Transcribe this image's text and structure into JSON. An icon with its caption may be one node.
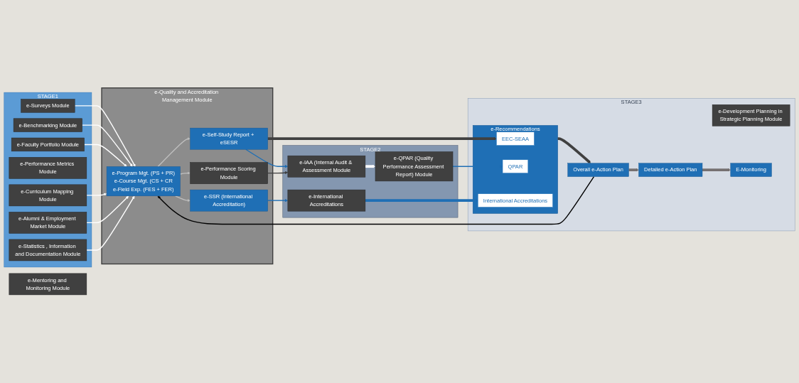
{
  "diagram": {
    "nodes": [
      {
        "text": [
          "STAGE1"
        ]
      },
      {
        "text": [
          "STAGE2"
        ]
      },
      {
        "text": [
          "STAGE3"
        ]
      },
      {
        "text": [
          "e-Mentoring and Monitoring Module"
        ]
      },
      {
        "text": [
          "e-Quality and Accreditation Management Module"
        ]
      },
      {
        "text": [
          "e-Program  Mgt. (PS + PR)",
          "e-Course Mgt. (CS + CR",
          "e-Field Exp. (FES + FER)"
        ],
        "in": 4
      },
      {
        "text": [
          "e-Self-Study Report + eSESR"
        ],
        "in": 4
      },
      {
        "text": [
          "e-Performance Scoring Module"
        ],
        "in": 4
      },
      {
        "text": [
          "e-SSR (International Accreditation)"
        ],
        "in": 4
      },
      {
        "text": [
          "e-Surveys Module"
        ],
        "in": 0
      },
      {
        "text": [
          "e-Benchmarking Module"
        ],
        "in": 0
      },
      {
        "text": [
          "e-Faculty Portfolio Module"
        ],
        "in": 0
      },
      {
        "text": [
          "e-Performance Metrics Module"
        ],
        "in": 0
      },
      {
        "text": [
          "e-Curriculum Mapping Module"
        ],
        "in": 0
      },
      {
        "text": [
          "e-Alumni & Employment Market Module"
        ],
        "in": 0
      },
      {
        "text": [
          "e-Statistics , Information and Documentation Module"
        ],
        "in": 0
      },
      {
        "text": [
          "e-IAA (Internal Audit & Assessment Module"
        ],
        "in": 1
      },
      {
        "text": [
          "e-QPAR (Quality Performance Assessment Report) Module"
        ],
        "in": 1
      },
      {
        "text": [
          "e-International Accreditations"
        ],
        "in": 1
      },
      {
        "text": [
          "e-Recommendations"
        ],
        "in": 2
      },
      {
        "text": [
          "EEC-SEAA"
        ],
        "in": 19
      },
      {
        "text": [
          "QPAR"
        ],
        "in": 19
      },
      {
        "text": [
          "International Accreditations"
        ],
        "in": 19
      },
      {
        "text": [
          "e-Development Planning in Strategic Planning Module"
        ],
        "in": 2
      },
      {
        "text": [
          "Overall e-Action Plan"
        ],
        "in": 2
      },
      {
        "text": [
          "Detailed e-Action Plan"
        ],
        "in": 2
      },
      {
        "text": [
          "E-Monitoring"
        ],
        "in": 2
      }
    ],
    "edges": [
      {
        "from": 24,
        "to": 5,
        "arrow": "to",
        "color": "#000000"
      },
      {
        "from": 5,
        "to": 6,
        "arrow": "to",
        "color": "#bfbfbf"
      },
      {
        "from": 5,
        "to": 7,
        "arrow": "to",
        "color": "#bfbfbf"
      },
      {
        "from": 5,
        "to": 8,
        "arrow": "to",
        "color": "#bfbfbf"
      },
      {
        "from": 9,
        "to": 5,
        "arrow": "to"
      },
      {
        "from": 10,
        "to": 5,
        "arrow": "to"
      },
      {
        "from": 11,
        "to": 5,
        "arrow": "to"
      },
      {
        "from": 13,
        "to": 5,
        "arrow": "to"
      },
      {
        "from": 14,
        "to": 5,
        "arrow": "to"
      },
      {
        "from": 15,
        "to": 5,
        "arrow": "to"
      },
      {
        "from": 6,
        "to": 20,
        "arrow": "to",
        "style": "thick",
        "color": "#404040"
      },
      {
        "from": 6,
        "to": 16,
        "arrow": "to",
        "color": "#1f6fb5"
      },
      {
        "from": 7,
        "to": 16,
        "arrow": "to",
        "color": "#404040"
      },
      {
        "from": 8,
        "to": 18,
        "arrow": "to",
        "color": "#1f6fb5"
      },
      {
        "from": 16,
        "to": 17,
        "arrow": "to",
        "style": "thick"
      },
      {
        "from": 17,
        "to": 21,
        "arrow": "to",
        "color": "#1f6fb5"
      },
      {
        "from": 18,
        "to": 22,
        "arrow": "to",
        "style": "thick",
        "color": "#1f6fb5"
      },
      {
        "from": 19,
        "to": 24,
        "arrow": "to",
        "style": "thick",
        "color": "#404040"
      },
      {
        "from": 24,
        "to": 25,
        "arrow": "to",
        "style": "thick",
        "color": "#767171"
      },
      {
        "from": 25,
        "to": 26,
        "arrow": "to",
        "style": "thick",
        "color": "#767171"
      }
    ]
  }
}
